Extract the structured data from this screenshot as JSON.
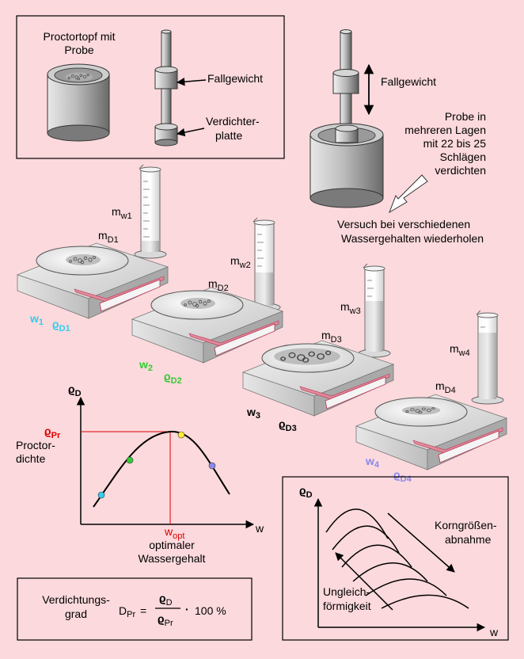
{
  "equipment_box": {
    "proctor_pot_label_line1": "Proctortopf mit",
    "proctor_pot_label_line2": "Probe",
    "drop_weight_label": "Fallgewicht",
    "compaction_plate_line1": "Verdichter-",
    "compaction_plate_line2": "platte"
  },
  "process": {
    "drop_weight_label": "Fallgewicht",
    "sample_text": [
      "Probe in",
      "mehreren Lagen",
      "mit 22 bis 25",
      "Schlägen",
      "verdichten"
    ],
    "repeat_text": [
      "Versuch bei verschiedenen",
      "Wassergehalten wiederholen"
    ]
  },
  "stations": [
    {
      "mw": "m",
      "mw_sub": "w1",
      "md": "m",
      "md_sub": "D1",
      "w": "w",
      "w_sub": "1",
      "rho": "ϱ",
      "rho_sub": "D1",
      "color": "#33ccee"
    },
    {
      "mw": "m",
      "mw_sub": "w2",
      "md": "m",
      "md_sub": "D2",
      "w": "w",
      "w_sub": "2",
      "rho": "ϱ",
      "rho_sub": "D2",
      "color": "#33cc33"
    },
    {
      "mw": "m",
      "mw_sub": "w3",
      "md": "m",
      "md_sub": "D3",
      "w": "w",
      "w_sub": "3",
      "rho": "ϱ",
      "rho_sub": "D3",
      "color": "#000000"
    },
    {
      "mw": "m",
      "mw_sub": "w4",
      "md": "m",
      "md_sub": "D4",
      "w": "w",
      "w_sub": "4",
      "rho": "ϱ",
      "rho_sub": "D4",
      "color": "#8888ee"
    }
  ],
  "proctor_curve": {
    "y_axis": "ϱ",
    "y_axis_sub": "D",
    "x_axis": "w",
    "rho_pr": "ϱ",
    "rho_pr_sub": "Pr",
    "proctor_label_line1": "Proctor-",
    "proctor_label_line2": "dichte",
    "w_opt": "w",
    "w_opt_sub": "opt",
    "optimal_line1": "optimaler",
    "optimal_line2": "Wassergehalt",
    "accent_color": "#dd0000"
  },
  "formula": {
    "label_line1": "Verdichtungs-",
    "label_line2": "grad",
    "lhs": "D",
    "lhs_sub": "Pr",
    "equals": "=",
    "num": "ϱ",
    "num_sub": "D",
    "den": "ϱ",
    "den_sub": "Pr",
    "times": "·",
    "factor": "100 %"
  },
  "grain_box": {
    "y_axis": "ϱ",
    "y_axis_sub": "D",
    "x_axis": "w",
    "grain_label_line1": "Korngrößen-",
    "grain_label_line2": "abnahme",
    "uniform_label_line1": "Ungleich-",
    "uniform_label_line2": "förmigkeit"
  }
}
